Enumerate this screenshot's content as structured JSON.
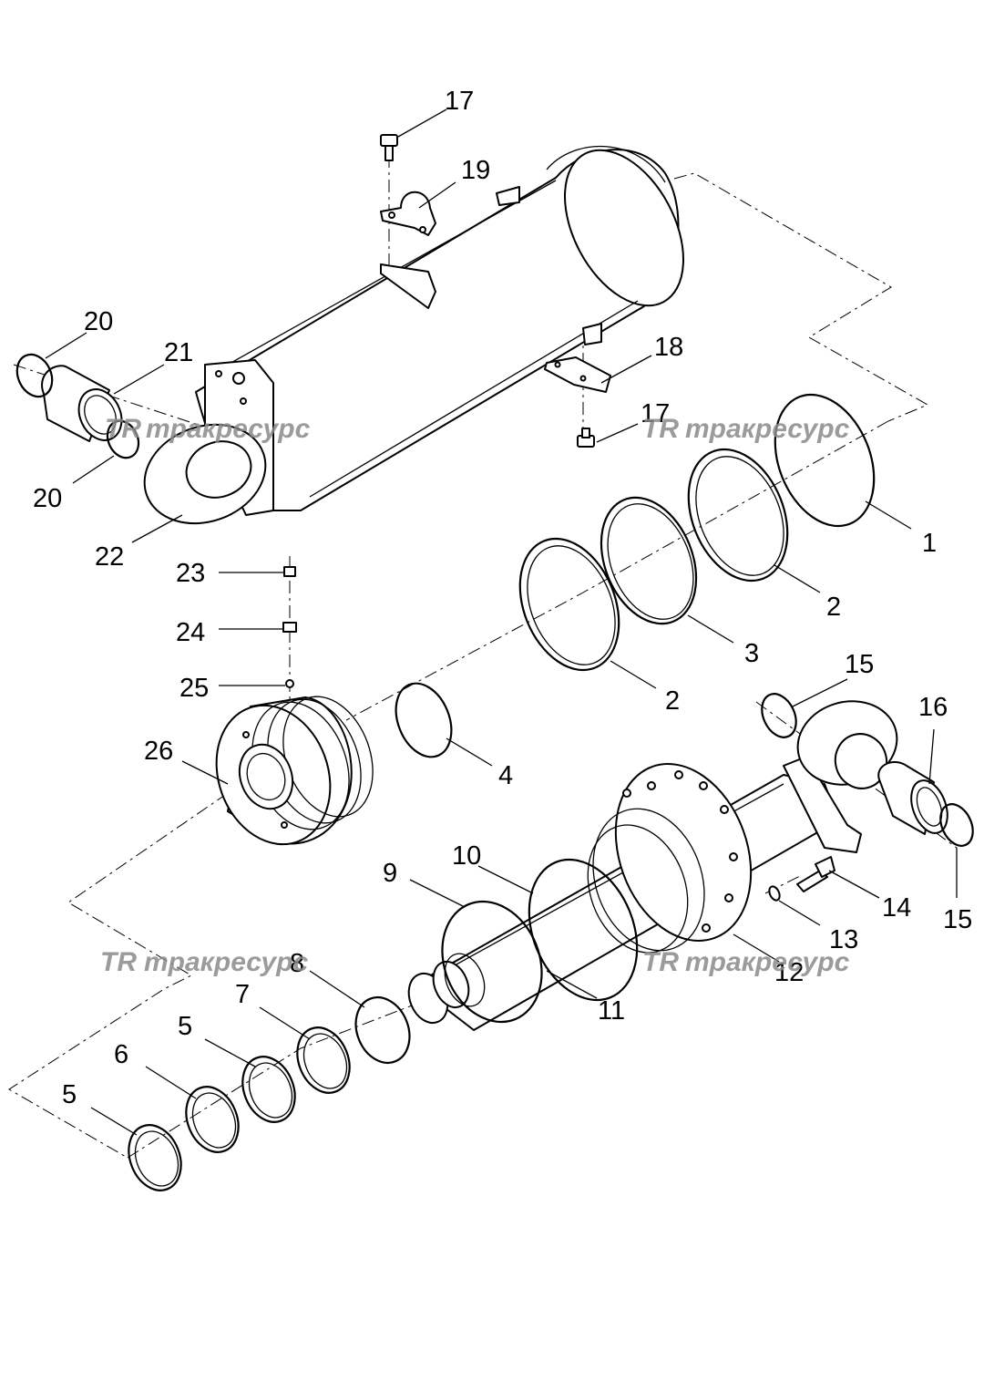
{
  "callouts": {
    "c1": "1",
    "c2a": "2",
    "c2b": "2",
    "c3": "3",
    "c4": "4",
    "c5a": "5",
    "c5b": "5",
    "c6": "6",
    "c7": "7",
    "c8": "8",
    "c9": "9",
    "c10": "10",
    "c11": "11",
    "c12": "12",
    "c13": "13",
    "c14": "14",
    "c15a": "15",
    "c15b": "15",
    "c16": "16",
    "c17a": "17",
    "c17b": "17",
    "c18": "18",
    "c19": "19",
    "c20a": "20",
    "c20b": "20",
    "c21": "21",
    "c22": "22",
    "c23": "23",
    "c24": "24",
    "c25": "25",
    "c26": "26"
  },
  "watermark": {
    "logo": "TR",
    "text": "тракресурс"
  }
}
